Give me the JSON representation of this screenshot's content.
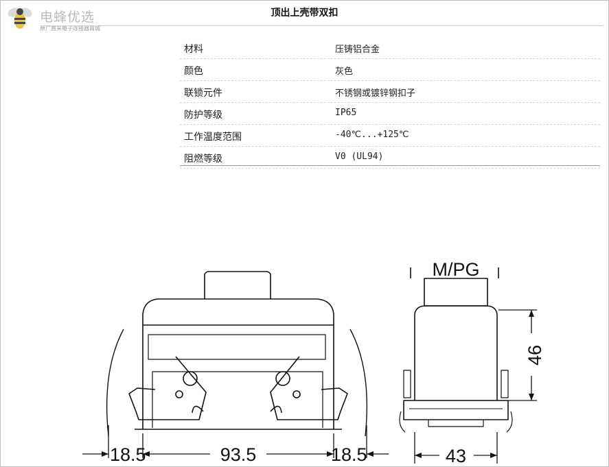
{
  "brand": {
    "name": "电蜂优选",
    "tagline": "原厂直采电子连接器商城",
    "icon": "bee-icon"
  },
  "title": "顶出上壳带双扣",
  "specs": [
    {
      "key": "材料",
      "value": "压铸铝合金"
    },
    {
      "key": "颜色",
      "value": "灰色"
    },
    {
      "key": "联锁元件",
      "value": "不锈钢或镀锌钢扣子"
    },
    {
      "key": "防护等级",
      "value": "IP65"
    },
    {
      "key": "工作温度范围",
      "value": "-40℃...+125℃"
    },
    {
      "key": "阻燃等级",
      "value": "V0 (UL94)"
    }
  ],
  "drawing": {
    "front_dims": {
      "left": "18.5",
      "center": "93.5",
      "right": "18.5"
    },
    "side_dims": {
      "thread": "M/PG",
      "height": "46",
      "width": "43"
    }
  }
}
